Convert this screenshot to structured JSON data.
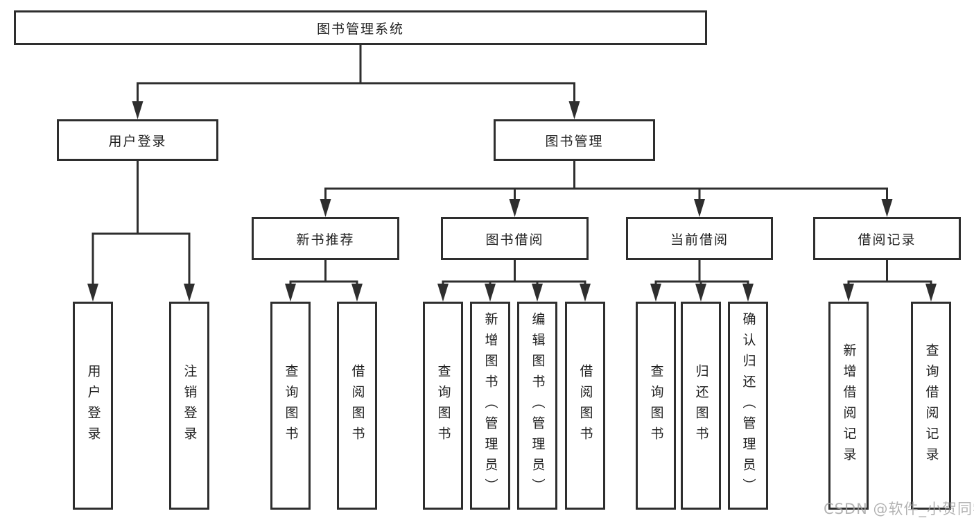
{
  "diagram": {
    "title": "图书管理系统",
    "root": "图书管理系统",
    "level2": {
      "user_login": "用户登录",
      "book_mgmt": "图书管理"
    },
    "level3": {
      "new_books": "新书推荐",
      "borrowing": "图书借阅",
      "current": "当前借阅",
      "records": "借阅记录"
    },
    "leaves": {
      "user_login": [
        "用户登录",
        "注销登录"
      ],
      "new_books": [
        "查询图书",
        "借阅图书"
      ],
      "borrowing": [
        "查询图书",
        "新增图书（管理员）",
        "编辑图书（管理员）",
        "借阅图书"
      ],
      "current": [
        "查询图书",
        "归还图书",
        "确认归还（管理员）"
      ],
      "records": [
        "新增借阅记录",
        "查询借阅记录"
      ]
    }
  },
  "watermark": "CSDN @软件_小贺同学",
  "colors": {
    "line": "#2e2e2e",
    "text": "#1f1f1f",
    "background": "#ffffff",
    "watermark": "#a0a0a0"
  }
}
